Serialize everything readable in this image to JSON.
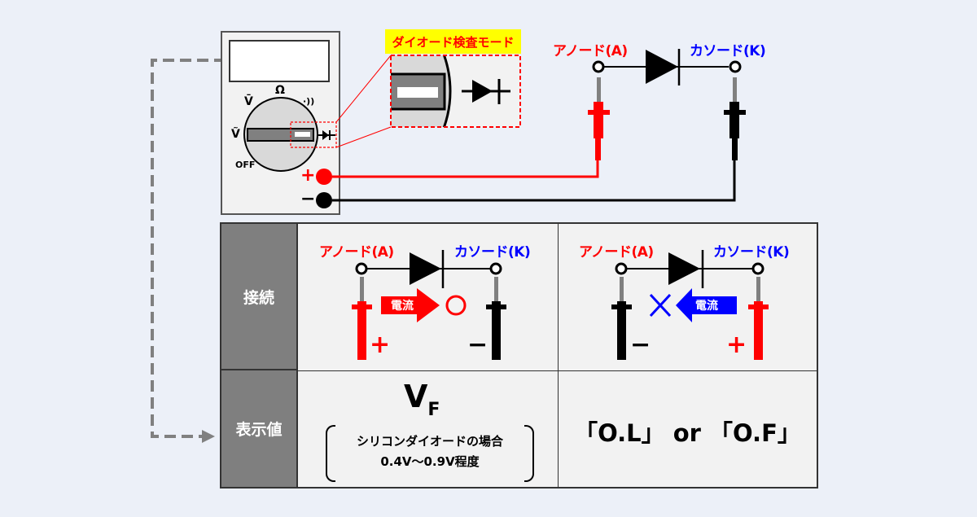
{
  "meter": {
    "dial_labels": {
      "dc_volt": "V̄",
      "ohm": "Ω",
      "continuity": "·))",
      "ac_volt": "Ṽ",
      "off": "OFF",
      "diode": "diode-symbol"
    },
    "terminal_plus": "+",
    "terminal_minus": "−"
  },
  "callout": {
    "title": "ダイオード検査モード"
  },
  "top_circuit": {
    "anode_label": "アノード(A)",
    "cathode_label": "カソード(K)"
  },
  "table": {
    "row_headers": [
      "接続",
      "表示値"
    ],
    "forward": {
      "anode_label": "アノード(A)",
      "cathode_label": "カソード(K)",
      "current_label": "電流",
      "result_mark": "○",
      "probe_left_sign": "+",
      "probe_right_sign": "−",
      "display_main": "V",
      "display_sub": "F",
      "note_line1": "シリコンダイオードの場合",
      "note_line2": "0.4V～0.9V程度"
    },
    "reverse": {
      "anode_label": "アノード(A)",
      "cathode_label": "カソード(K)",
      "current_label": "電流",
      "result_mark": "×",
      "probe_left_sign": "−",
      "probe_right_sign": "+",
      "display": "「O.L」 or 「O.F」"
    }
  },
  "colors": {
    "background": "#ecf0f8",
    "red": "#ff0000",
    "blue": "#0000ff",
    "black": "#000000",
    "header_gray": "#7f7f7f",
    "cell_bg": "#f2f2f2",
    "highlight_yellow": "#ffff00",
    "dashed_gray": "#808080"
  }
}
